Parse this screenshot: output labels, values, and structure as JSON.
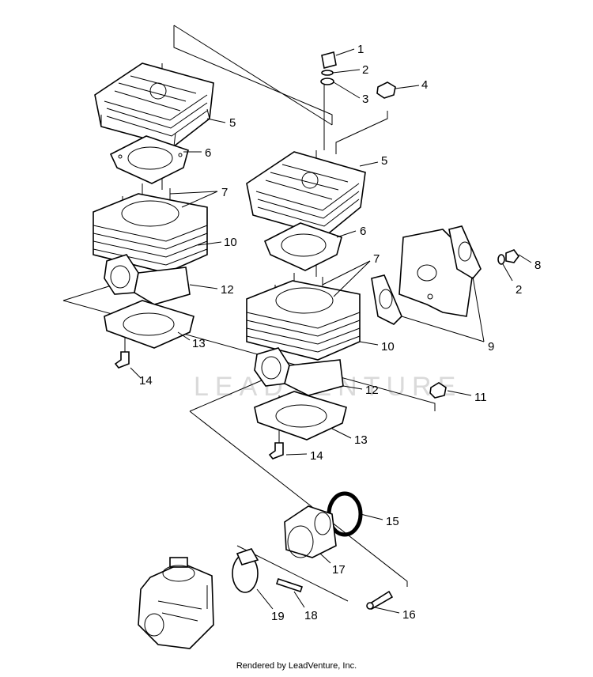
{
  "diagram": {
    "watermark": "LEADVENTURE",
    "callouts": [
      "1",
      "2",
      "3",
      "4",
      "5",
      "5",
      "6",
      "6",
      "7",
      "7",
      "8",
      "2",
      "9",
      "10",
      "10",
      "11",
      "12",
      "12",
      "13",
      "13",
      "14",
      "14",
      "15",
      "16",
      "17",
      "18",
      "19"
    ]
  },
  "footer": {
    "text": "Rendered by LeadVenture, Inc."
  }
}
